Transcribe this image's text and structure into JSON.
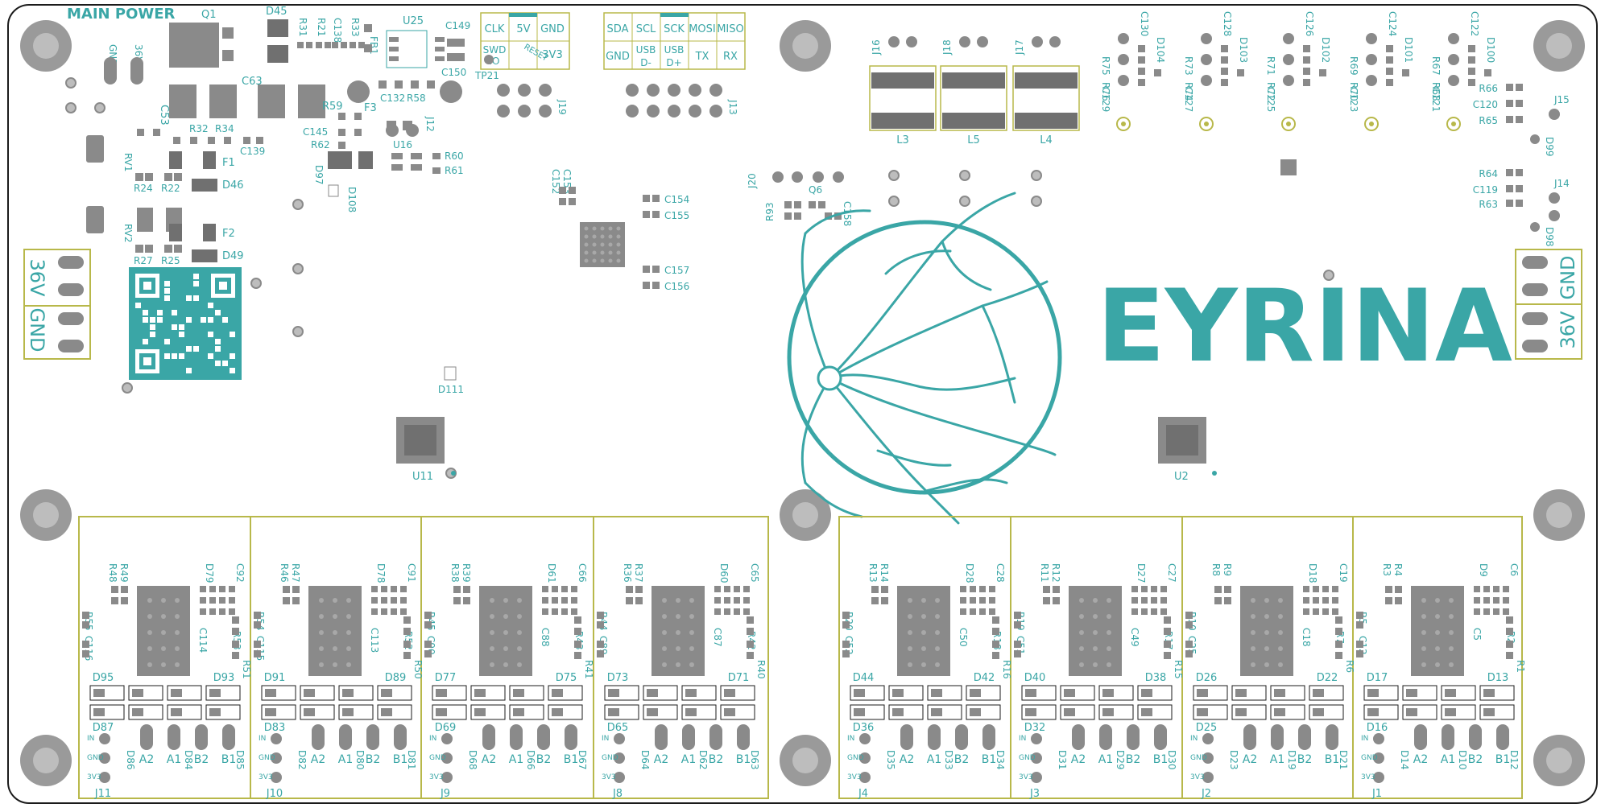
{
  "colors": {
    "board": "#ffffff",
    "outline": "#1b1b1b",
    "silk": "#3aa6a6",
    "pad": "#8a8a8a",
    "pad_dark": "#707070",
    "hole": "#bdbdbd",
    "fab": "#b8b84a"
  },
  "power": {
    "title": "MAIN POWER",
    "gnd_label": "GND",
    "v36_label": "36V"
  },
  "connector_left": [
    "36V",
    "GND"
  ],
  "connector_right": [
    "GND",
    "36V"
  ],
  "logo": {
    "text": "EYRINA",
    "icon": "retina-fundus-icon"
  },
  "debug_header": [
    "CLK",
    "5V",
    "GND",
    "SWD IO",
    "RESET",
    "3V3"
  ],
  "comm_header": {
    "top": [
      "SDA",
      "SCL",
      "SCK",
      "MOSI",
      "MISO"
    ],
    "bottom": [
      "GND",
      "USB D-",
      "USB D+",
      "TX",
      "RX"
    ]
  },
  "inductors": [
    "L3",
    "L5",
    "L4"
  ],
  "top_jumpers": [
    "J16",
    "J18",
    "J17"
  ],
  "mcu_labels": [
    "U11",
    "U2"
  ],
  "refdes": [
    "Q1",
    "D45",
    "R31",
    "R21",
    "C138",
    "R33",
    "FB1",
    "U25",
    "C149",
    "C150",
    "TP21",
    "J19",
    "J13",
    "C53",
    "C63",
    "R59",
    "F3",
    "C132",
    "R58",
    "J12",
    "C145",
    "R62",
    "U16",
    "R60",
    "R61",
    "D97",
    "D108",
    "RV1",
    "R32",
    "R34",
    "C139",
    "F1",
    "R24",
    "R22",
    "D46",
    "RV2",
    "F2",
    "R27",
    "R25",
    "D49",
    "C153",
    "C152",
    "C154",
    "C155",
    "C157",
    "C156",
    "D111",
    "J20",
    "Q6",
    "R93",
    "C158",
    "R75",
    "R76",
    "C129",
    "C130",
    "D104",
    "R73",
    "R74",
    "C127",
    "C128",
    "D103",
    "R71",
    "R72",
    "C125",
    "C126",
    "D102",
    "R69",
    "R70",
    "C123",
    "C124",
    "D101",
    "R67",
    "R68",
    "C121",
    "C122",
    "D100",
    "R66",
    "C120",
    "R65",
    "J15",
    "D99",
    "R64",
    "C119",
    "R63",
    "J14",
    "D98"
  ],
  "channels": [
    {
      "j": "J11",
      "dtop": [
        "D95",
        "D93"
      ],
      "dbot": [
        "D87",
        "D86",
        "D84",
        "D85"
      ],
      "r": [
        "R49",
        "R48",
        "R55",
        "C116",
        "R53",
        "R51",
        "C114",
        "D79",
        "C92"
      ]
    },
    {
      "j": "J10",
      "dtop": [
        "D91",
        "D89"
      ],
      "dbot": [
        "D83",
        "D82",
        "D80",
        "D81"
      ],
      "r": [
        "R47",
        "R46",
        "R54",
        "C115",
        "R52",
        "R50",
        "C113",
        "D78",
        "C91"
      ]
    },
    {
      "j": "J9",
      "dtop": [
        "D77",
        "D75"
      ],
      "dbot": [
        "D69",
        "D68",
        "D66",
        "D67"
      ],
      "r": [
        "R39",
        "R38",
        "R45",
        "C90",
        "R43",
        "R41",
        "C88",
        "D61",
        "C66"
      ]
    },
    {
      "j": "J8",
      "dtop": [
        "D73",
        "D71"
      ],
      "dbot": [
        "D65",
        "D64",
        "D62",
        "D63"
      ],
      "r": [
        "R37",
        "R36",
        "R44",
        "C89",
        "R42",
        "R40",
        "C87",
        "D60",
        "C65"
      ]
    },
    {
      "j": "J4",
      "dtop": [
        "D44",
        "D42"
      ],
      "dbot": [
        "D36",
        "D35",
        "D33",
        "D34"
      ],
      "r": [
        "R14",
        "R13",
        "R20",
        "C52",
        "R18",
        "R16",
        "C50",
        "D28",
        "C28"
      ]
    },
    {
      "j": "J3",
      "dtop": [
        "D40",
        "D38"
      ],
      "dbot": [
        "D32",
        "D31",
        "D29",
        "D30"
      ],
      "r": [
        "R12",
        "R11",
        "R19",
        "C51",
        "R17",
        "R15",
        "C49",
        "D27",
        "C27"
      ]
    },
    {
      "j": "J2",
      "dtop": [
        "D26",
        "D22"
      ],
      "dbot": [
        "D25",
        "D23",
        "D19",
        "D21"
      ],
      "r": [
        "R9",
        "R8",
        "R10",
        "C25",
        "R7",
        "R6",
        "C18",
        "D18",
        "C19"
      ]
    },
    {
      "j": "J1",
      "dtop": [
        "D17",
        "D13"
      ],
      "dbot": [
        "D16",
        "D14",
        "D10",
        "D12"
      ],
      "r": [
        "R4",
        "R3",
        "R5",
        "C12",
        "R2",
        "R1",
        "C5",
        "D9",
        "C6"
      ]
    }
  ],
  "channel_labels": [
    "A2",
    "A1",
    "B2",
    "B1"
  ],
  "pin_labels": [
    "IN",
    "GND",
    "3V3"
  ]
}
